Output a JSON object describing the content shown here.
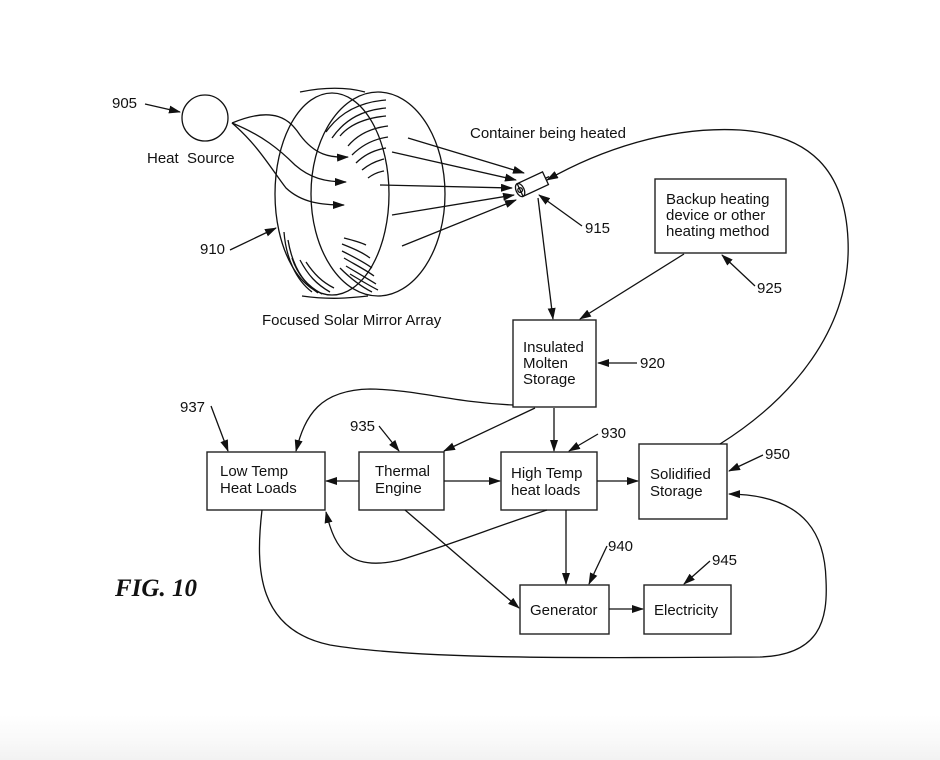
{
  "figure": {
    "title": "FIG. 10",
    "labels": {
      "heat_source": "Heat  Source",
      "container": "Container being heated",
      "mirror_array": "Focused Solar Mirror Array"
    },
    "boxes": {
      "backup": [
        "Backup heating",
        "device or other",
        "heating method"
      ],
      "molten_storage": [
        "Insulated",
        "Molten",
        "Storage"
      ],
      "low_temp": [
        "Low Temp",
        "Heat Loads"
      ],
      "thermal_engine": [
        "Thermal",
        "Engine"
      ],
      "high_temp": [
        "High Temp",
        "heat loads"
      ],
      "solidified": [
        "Solidified",
        "Storage"
      ],
      "generator": [
        "Generator"
      ],
      "electricity": [
        "Electricity"
      ]
    },
    "refs": {
      "heat_source": "905",
      "mirror_array": "910",
      "container": "915",
      "molten_storage": "920",
      "backup": "925",
      "high_temp": "930",
      "thermal_engine": "935",
      "low_temp": "937",
      "generator": "940",
      "electricity": "945",
      "solidified": "950"
    }
  }
}
